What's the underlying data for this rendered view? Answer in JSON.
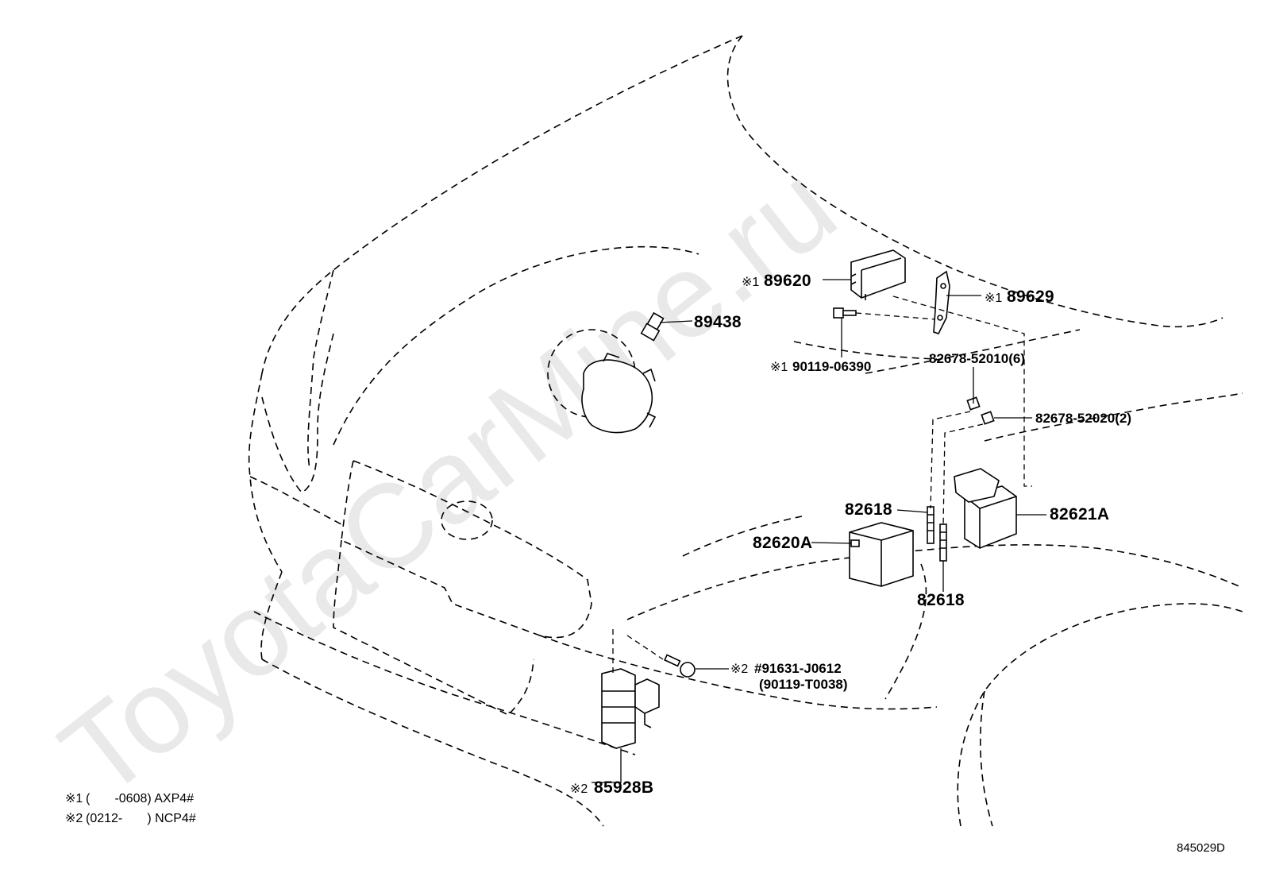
{
  "watermark": "ToyotaCarMine.ru",
  "diagram_code": "845029D",
  "symbols": {
    "note1": "※1",
    "note2": "※2"
  },
  "callouts": {
    "p89620": "89620",
    "p89629": "89629",
    "p89438": "89438",
    "p90119_06390": "90119-06390",
    "p82678_52010": "82678-52010(6)",
    "p82678_52020": "82678-52020(2)",
    "p82618_top": "82618",
    "p82618_bottom": "82618",
    "p82620A": "82620A",
    "p82621A": "82621A",
    "p91631": "#91631-J0612",
    "p90119_T0038": "(90119-T0038)",
    "p85928B": "85928B"
  },
  "notes": [
    {
      "mark": "※1",
      "text": "(       -0608) AXP4#"
    },
    {
      "mark": "※2",
      "text": "(0212-       ) NCP4#"
    }
  ]
}
